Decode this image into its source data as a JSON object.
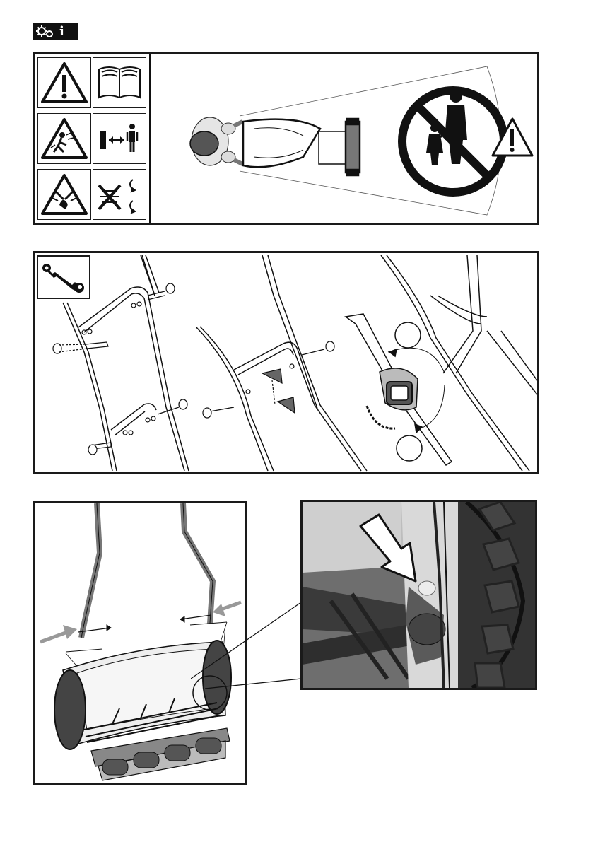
{
  "header": {
    "icons": [
      "gears-icon",
      "info-icon"
    ],
    "info_letter": "i"
  },
  "panel_safety": {
    "symbols": [
      "warning-triangle-icon",
      "read-manual-icon",
      "thrown-objects-warning-icon",
      "keep-distance-icon",
      "cutting-hazard-warning-icon",
      "do-not-touch-rotating-blades-icon"
    ],
    "scene": [
      "operator-top-view",
      "mower-top-view",
      "no-bystanders-sign",
      "warning-triangle-icon"
    ]
  },
  "panel_assembly": {
    "tool_icon": "wrench-icon",
    "callouts": [
      "",
      ""
    ]
  },
  "panel_adjust": {
    "arrows": [
      "push-left-arrow",
      "push-right-arrow"
    ]
  },
  "panel_detail": {
    "arrow": "pointer-arrow-icon"
  }
}
